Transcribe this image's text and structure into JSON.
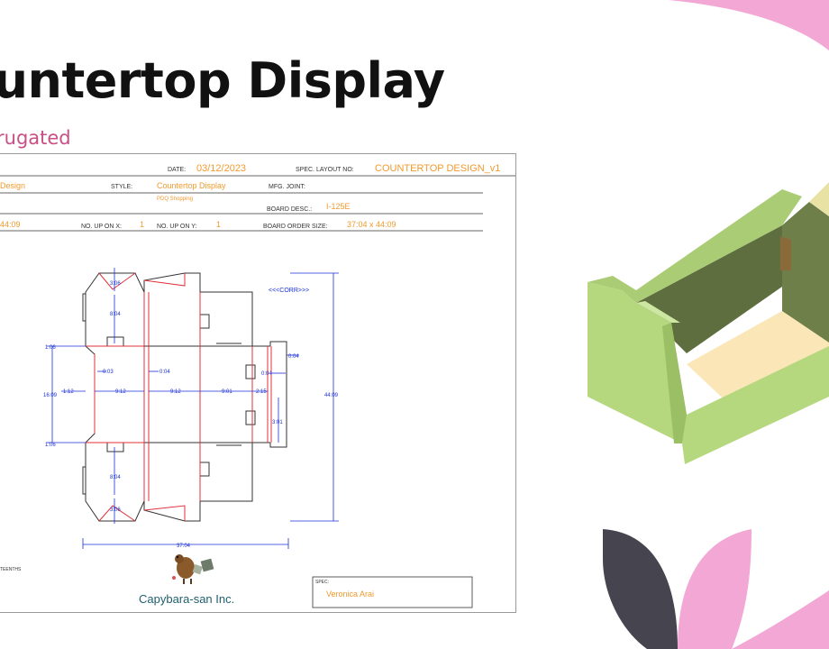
{
  "slide": {
    "title": "ountertop Display",
    "subtitle": "rugated"
  },
  "header": {
    "date_label": "DATE:",
    "date_value": "03/12/2023",
    "spec_layout_label": "SPEC. LAYOUT NO:",
    "spec_layout_value": "COUNTERTOP DESIGN_v1",
    "design_fragment": "Design",
    "style_label": "STYLE:",
    "style_value": "Countertop Display",
    "style_sub": "PDQ Shopping",
    "mfg_joint_label": "MFG. JOINT:",
    "board_desc_label": "BOARD DESC.:",
    "board_desc_value": "I-125E",
    "size_fragment": "44:09",
    "up_x_label": "NO. UP ON X:",
    "up_x_value": "1",
    "up_y_label": "NO. UP ON Y:",
    "up_y_value": "1",
    "board_order_label": "BOARD ORDER SIZE:",
    "board_order_value": "37:04 x 44:09"
  },
  "dimensions": {
    "d_306_top": "3:06",
    "d_804_top": "8:04",
    "d_106_top": "1:06",
    "d_003": "0:03",
    "d_004_a": "0:04",
    "d_004_b": "0:04",
    "d_004_c": "0:04",
    "d_112": "1:12",
    "d_912_a": "9:12",
    "d_912_b": "9:12",
    "d_901": "9:01",
    "d_215": "2:15",
    "d_1609": "16:09",
    "d_4409": "44:09",
    "d_301": "3:01",
    "d_106_bot": "1:06",
    "d_804_bot": "8:04",
    "d_306_bot": "3:06",
    "d_3704": "37:04",
    "corr": "<<<CORR>>>"
  },
  "footer": {
    "units_fragment": "TEENTHS",
    "company": "Capybara-san Inc.",
    "spec_label": "SPEC:",
    "spec_value": "Veronica Arai"
  },
  "colors": {
    "accent_pink": "#f2a7d5",
    "subtitle_pink": "#c94f86",
    "dark_leaf": "#45444f",
    "dim_blue": "#1a2fd6",
    "crease_red": "#e0303a",
    "value_orange": "#f29a2e",
    "box_light": "#b5d87e",
    "box_dark": "#5e6e3f",
    "box_floor": "#fbe6b8"
  }
}
